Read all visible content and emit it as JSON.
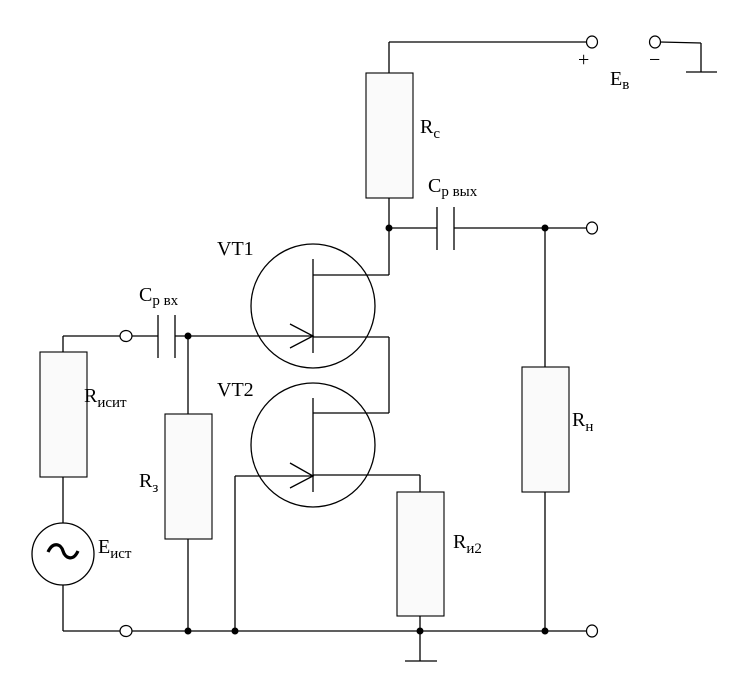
{
  "diagram": {
    "components": {
      "rc": {
        "main": "R",
        "sub": "c"
      },
      "cout": {
        "main": "C",
        "sub": "р вых"
      },
      "cin": {
        "main": "C",
        "sub": "р вх"
      },
      "rsrc": {
        "main": "R",
        "sub": "исит"
      },
      "esrc": {
        "main": "E",
        "sub": "ист"
      },
      "rz": {
        "main": "R",
        "sub": "з"
      },
      "ri2": {
        "main": "R",
        "sub": "и2"
      },
      "rn": {
        "main": "R",
        "sub": "н"
      },
      "ev": {
        "main": "E",
        "sub": "в"
      }
    },
    "transistors": {
      "vt1": "VT1",
      "vt2": "VT2"
    },
    "supply": {
      "plus": "+",
      "minus": "−"
    }
  }
}
